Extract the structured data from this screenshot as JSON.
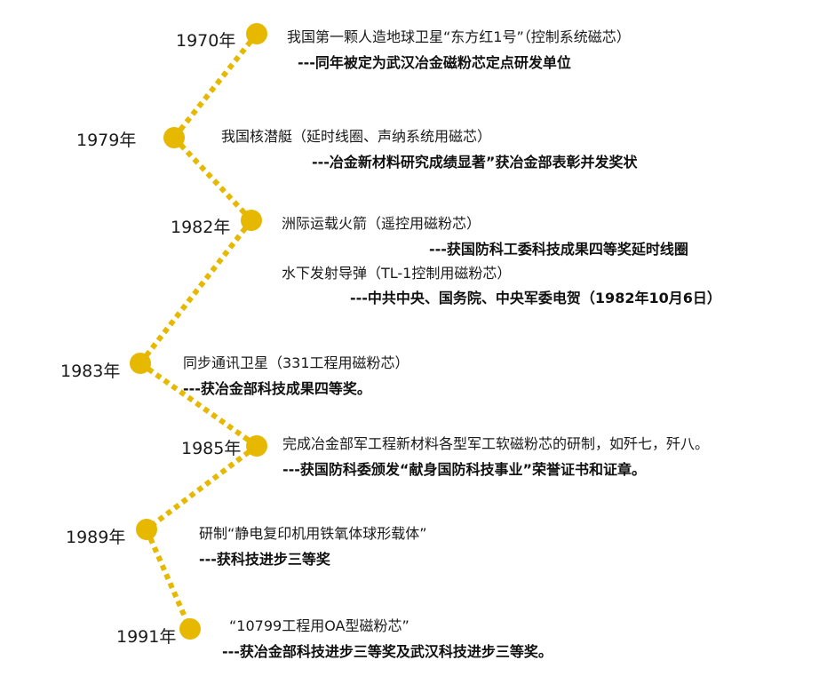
{
  "colors": {
    "accent": "#e6b800",
    "text": "#1a1a1a"
  },
  "events": [
    {
      "year": "1970年",
      "entries": [
        {
          "desc": "我国第一颗人造地球卫星“东方红1号”（控制系统磁芯）",
          "note": "---同年被定为武汉冶金磁粉芯定点研发单位"
        }
      ]
    },
    {
      "year": "1979年",
      "entries": [
        {
          "desc": "我国核潜艇（延时线圈、声纳系统用磁芯）",
          "note": "---冶金新材料研究成绩显著”获冶金部表彰并发奖状"
        }
      ]
    },
    {
      "year": "1982年",
      "entries": [
        {
          "desc": "洲际运载火箭（遥控用磁粉芯）",
          "note": "---获国防科工委科技成果四等奖延时线圈"
        },
        {
          "desc": "水下发射导弹（TL-1控制用磁粉芯）",
          "note": "---中共中央、国务院、中央军委电贺（1982年10月6日）"
        }
      ]
    },
    {
      "year": "1983年",
      "entries": [
        {
          "desc": "同步通讯卫星（331工程用磁粉芯）",
          "note": "---获冶金部科技成果四等奖。"
        }
      ]
    },
    {
      "year": "1985年",
      "entries": [
        {
          "desc": "完成冶金部军工程新材料各型军工软磁粉芯的研制，如歼七，歼八。",
          "note": "---获国防科委颁发“献身国防科技事业”荣誉证书和证章。"
        }
      ]
    },
    {
      "year": "1989年",
      "entries": [
        {
          "desc": "研制“静电复印机用铁氧体球形载体”",
          "note": "---获科技进步三等奖"
        }
      ]
    },
    {
      "year": "1991年",
      "entries": [
        {
          "desc": "“10799工程用OA型磁粉芯”",
          "note": "---获冶金部科技进步三等奖及武汉科技进步三等奖。"
        }
      ]
    }
  ]
}
